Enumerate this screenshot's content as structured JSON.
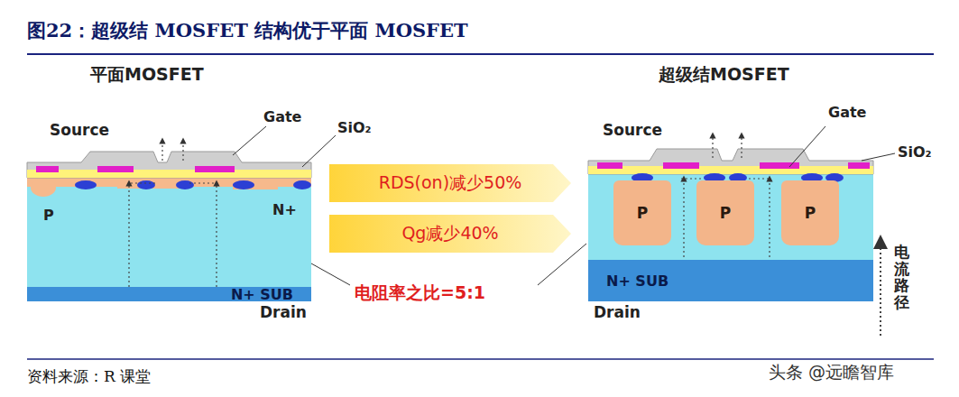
{
  "diagram": {
    "title": "图22：超级结 MOSFET 结构优于平面 MOSFET",
    "caption": "资料来源：R 课堂",
    "nodes": [
      {
        "text": [
          "N+ SUB"
        ]
      },
      {
        "text": [
          "P"
        ]
      },
      {
        "text": [
          "P"
        ]
      },
      {
        "text": [
          "P"
        ]
      },
      {
        "text": [
          "N+ SUB"
        ]
      },
      {
        "text": [
          "RDS(on)减少50%"
        ]
      },
      {
        "text": [
          "Qg减少40%"
        ]
      }
    ],
    "edges": [],
    "labels": [
      "平面MOSFET",
      "超级结MOSFET",
      "Source",
      "Gate",
      "SiO₂",
      "P",
      "N+",
      "Drain",
      "电阻率之比=5:1",
      "Source",
      "Gate",
      "SiO₂",
      "Drain",
      "电流路径",
      "头条 @远瞻智库"
    ]
  }
}
